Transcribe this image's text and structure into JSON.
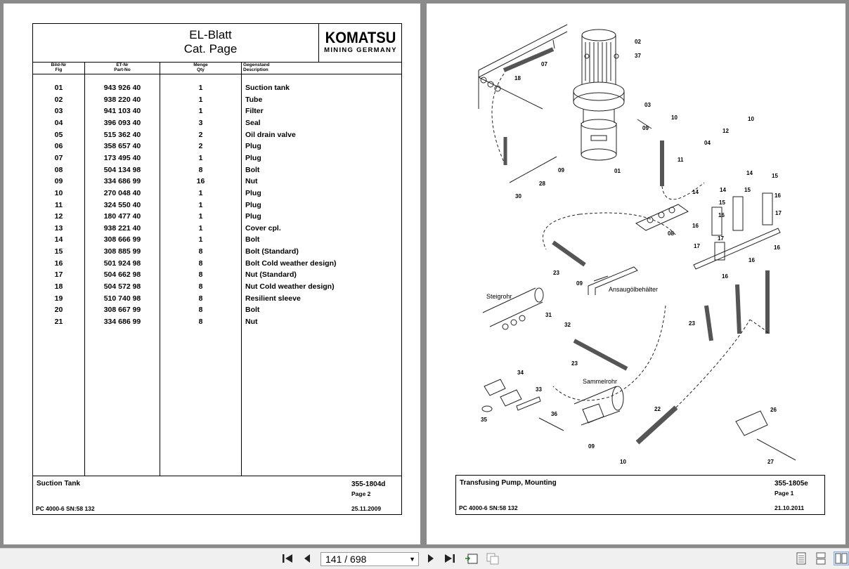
{
  "left_page": {
    "title_line1": "EL-Blatt",
    "title_line2": "Cat. Page",
    "logo_main": "KOMATSU",
    "logo_sub": "MINING GERMANY",
    "columns": [
      {
        "de": "Bild-Nr",
        "en": "Fig"
      },
      {
        "de": "ET-Nr",
        "en": "Part-No"
      },
      {
        "de": "Menge",
        "en": "Qty"
      },
      {
        "de": "Gegenstand",
        "en": "Description"
      }
    ],
    "rows": [
      {
        "fig": "01",
        "part": "943 926 40",
        "qty": "1",
        "desc": "Suction tank"
      },
      {
        "fig": "02",
        "part": "938 220 40",
        "qty": "1",
        "desc": "Tube"
      },
      {
        "fig": "03",
        "part": "941 103 40",
        "qty": "1",
        "desc": "Filter"
      },
      {
        "fig": "04",
        "part": "396 093 40",
        "qty": "3",
        "desc": "Seal"
      },
      {
        "fig": "05",
        "part": "515 362 40",
        "qty": "2",
        "desc": "Oil drain valve"
      },
      {
        "fig": "06",
        "part": "358 657 40",
        "qty": "2",
        "desc": "Plug"
      },
      {
        "fig": "07",
        "part": "173 495 40",
        "qty": "1",
        "desc": "Plug"
      },
      {
        "fig": "08",
        "part": "504 134 98",
        "qty": "8",
        "desc": "Bolt"
      },
      {
        "fig": "09",
        "part": "334 686 99",
        "qty": "16",
        "desc": "Nut"
      },
      {
        "fig": "10",
        "part": "270 048 40",
        "qty": "1",
        "desc": "Plug"
      },
      {
        "fig": "11",
        "part": "324 550 40",
        "qty": "1",
        "desc": "Plug"
      },
      {
        "fig": "12",
        "part": "180 477 40",
        "qty": "1",
        "desc": "Plug"
      },
      {
        "fig": "13",
        "part": "938 221 40",
        "qty": "1",
        "desc": "Cover cpl."
      },
      {
        "fig": "14",
        "part": "308 666 99",
        "qty": "1",
        "desc": "Bolt"
      },
      {
        "fig": "15",
        "part": "308 885 99",
        "qty": "8",
        "desc": "Bolt (Standard)"
      },
      {
        "fig": "16",
        "part": "501 924 98",
        "qty": "8",
        "desc": "Bolt Cold weather design)"
      },
      {
        "fig": "17",
        "part": "504 662 98",
        "qty": "8",
        "desc": "Nut (Standard)"
      },
      {
        "fig": "18",
        "part": "504 572 98",
        "qty": "8",
        "desc": "Nut Cold weather design)"
      },
      {
        "fig": "19",
        "part": "510 740 98",
        "qty": "8",
        "desc": "Resilient sleeve"
      },
      {
        "fig": "20",
        "part": "308 667 99",
        "qty": "8",
        "desc": "Bolt"
      },
      {
        "fig": "21",
        "part": "334 686 99",
        "qty": "8",
        "desc": "Nut"
      }
    ],
    "footer": {
      "name": "Suction Tank",
      "doc_no": "355-1804d",
      "page": "Page 2",
      "machine": "PC 4000-6 SN:58 132",
      "date": "25.11.2009"
    }
  },
  "right_page": {
    "labels": {
      "steigrohr": "Steigrohr",
      "sammelrohr": "Sammelrohr",
      "ansaug": "Ansaugölbehälter"
    },
    "callouts": [
      "01",
      "02",
      "03",
      "04",
      "07",
      "08",
      "09",
      "10",
      "11",
      "12",
      "14",
      "15",
      "16",
      "17",
      "18",
      "22",
      "23",
      "26",
      "27",
      "28",
      "30",
      "31",
      "32",
      "33",
      "34",
      "35",
      "36",
      "37"
    ],
    "footer": {
      "name": "Transfusing Pump, Mounting",
      "doc_no": "355-1805e",
      "page": "Page 1",
      "machine": "PC 4000-6 SN:58 132",
      "date": "21.10.2011"
    }
  },
  "toolbar": {
    "page_indicator": "141 / 698",
    "icons": [
      "first-page-icon",
      "prev-page-icon",
      "next-page-icon",
      "last-page-icon",
      "page-view-icon",
      "page-copy-icon",
      "single-page-icon",
      "continuous-page-icon",
      "two-page-icon"
    ]
  }
}
